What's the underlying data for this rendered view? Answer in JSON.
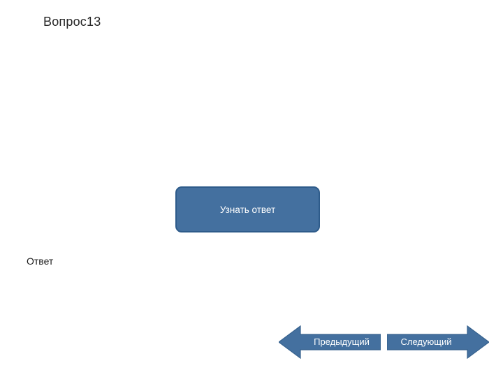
{
  "slide": {
    "title": "Вопрос13",
    "answer_label": "Ответ",
    "reveal_button": {
      "label": "Узнать ответ"
    },
    "navigation": {
      "previous_label": "Предыдущий",
      "next_label": "Следующий"
    },
    "colors": {
      "button_fill": "#44709f",
      "button_border": "#2e5b8a",
      "arrow_fill": "#44709f",
      "arrow_border": "#37628e",
      "title_text": "#262626",
      "body_text": "#1a1a1a",
      "background": "#ffffff"
    }
  }
}
